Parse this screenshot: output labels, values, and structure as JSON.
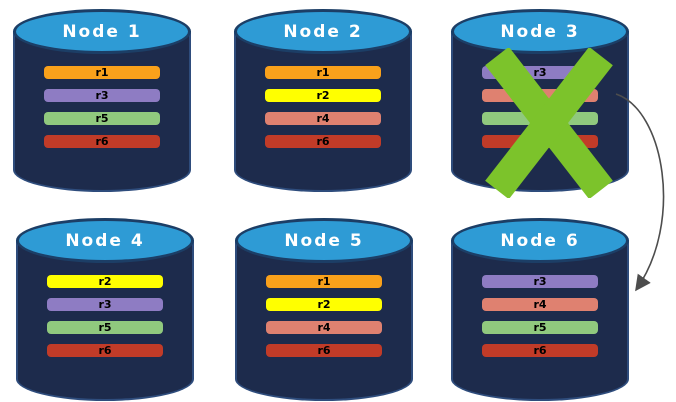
{
  "colors": {
    "cylinder_body": "#1D2B4C",
    "cylinder_body_border": "#2E4C7C",
    "cylinder_top": "#2E9BD5",
    "cylinder_top_border": "#1C3E66",
    "node_title_text": "#FFFFFF",
    "replica_label_text": "#000000",
    "failure_x": "#7CC32B",
    "arrow": "#4D4D4D",
    "replicas": {
      "r1": "#F9A11B",
      "r2": "#FFFF00",
      "r3": "#8E7CC3",
      "r4": "#DF8170",
      "r5": "#90C97E",
      "r6": "#C13B28"
    }
  },
  "nodes": [
    {
      "label": "Node 1",
      "failed": false,
      "replicas": [
        {
          "key": "r1",
          "label": "r1"
        },
        {
          "key": "r3",
          "label": "r3"
        },
        {
          "key": "r5",
          "label": "r5"
        },
        {
          "key": "r6",
          "label": "r6"
        }
      ]
    },
    {
      "label": "Node 2",
      "failed": false,
      "replicas": [
        {
          "key": "r1",
          "label": "r1"
        },
        {
          "key": "r2",
          "label": "r2"
        },
        {
          "key": "r4",
          "label": "r4"
        },
        {
          "key": "r6",
          "label": "r6"
        }
      ]
    },
    {
      "label": "Node 3",
      "failed": true,
      "replicas": [
        {
          "key": "r3",
          "label": "r3"
        },
        {
          "key": "r4",
          "label": ""
        },
        {
          "key": "r5",
          "label": ""
        },
        {
          "key": "r6",
          "label": ""
        }
      ]
    },
    {
      "label": "Node 4",
      "failed": false,
      "replicas": [
        {
          "key": "r2",
          "label": "r2"
        },
        {
          "key": "r3",
          "label": "r3"
        },
        {
          "key": "r5",
          "label": "r5"
        },
        {
          "key": "r6",
          "label": "r6"
        }
      ]
    },
    {
      "label": "Node 5",
      "failed": false,
      "replicas": [
        {
          "key": "r1",
          "label": "r1"
        },
        {
          "key": "r2",
          "label": "r2"
        },
        {
          "key": "r4",
          "label": "r4"
        },
        {
          "key": "r6",
          "label": "r6"
        }
      ]
    },
    {
      "label": "Node 6",
      "failed": false,
      "replicas": [
        {
          "key": "r3",
          "label": "r3"
        },
        {
          "key": "r4",
          "label": "r4"
        },
        {
          "key": "r5",
          "label": "r5"
        },
        {
          "key": "r6",
          "label": "r6"
        }
      ]
    }
  ],
  "arrow": {
    "from": "Node 3",
    "to": "Node 6"
  }
}
